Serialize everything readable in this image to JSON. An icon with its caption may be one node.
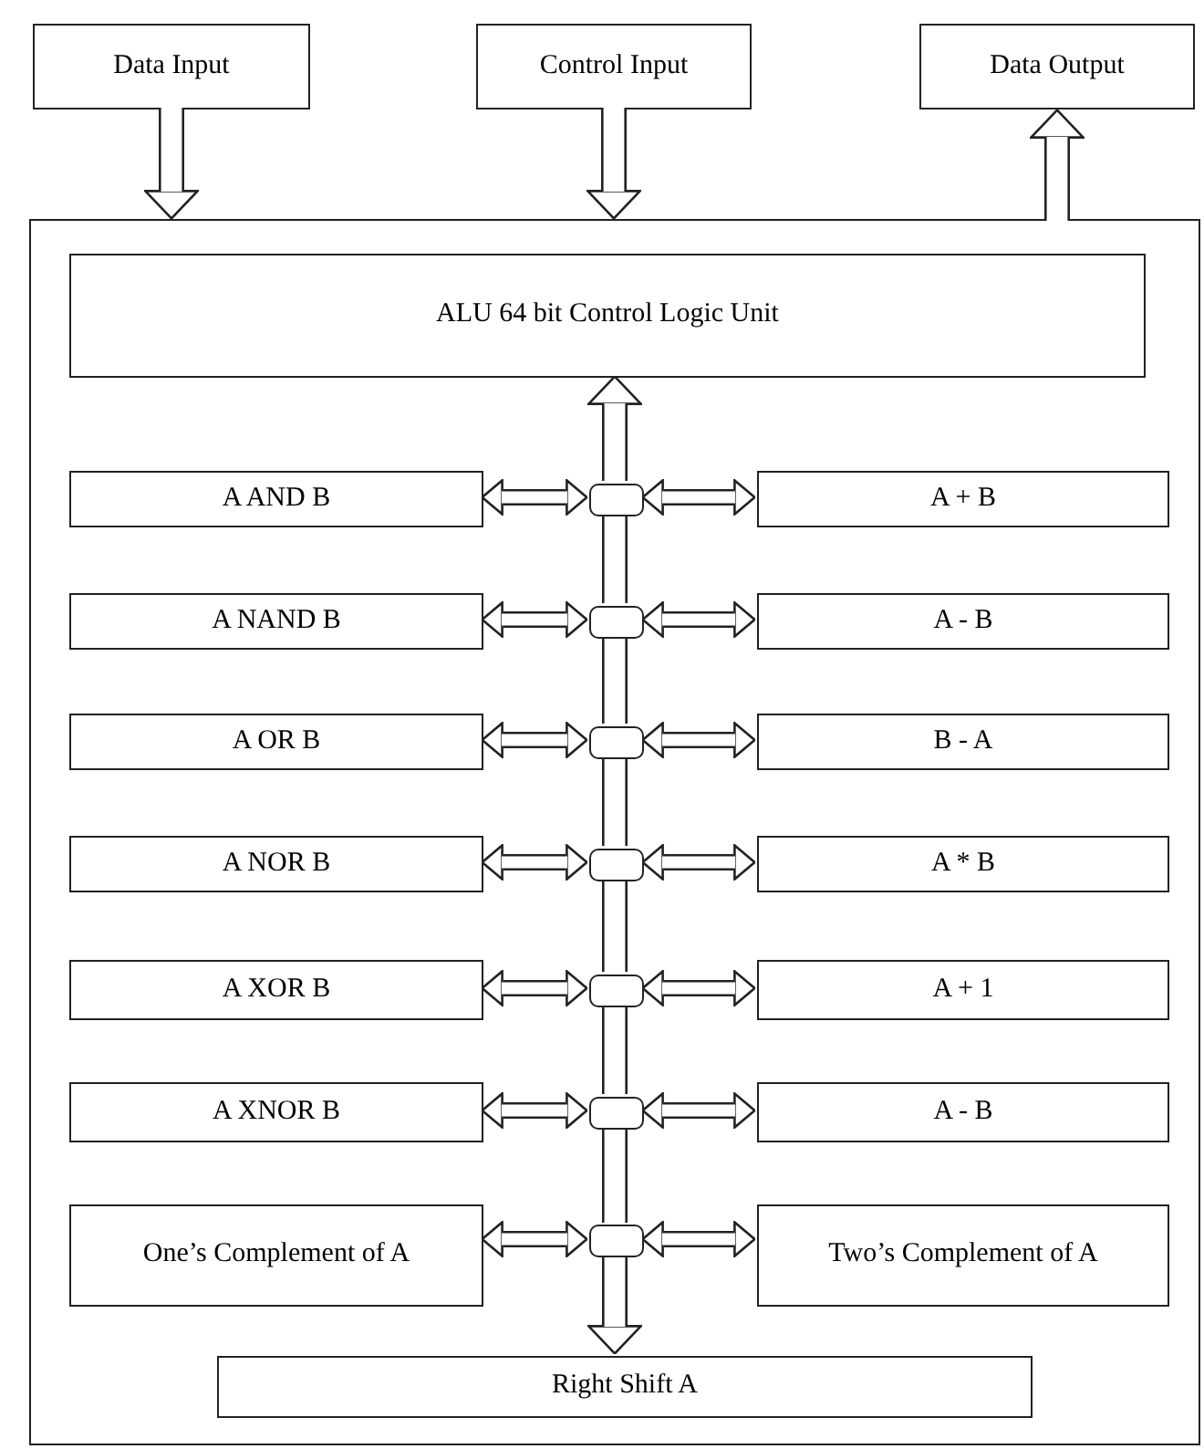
{
  "diagram": {
    "nodes": [
      {
        "text": [
          "Data Input"
        ]
      },
      {
        "text": [
          "Control Input"
        ]
      },
      {
        "text": [
          "Data Output"
        ]
      },
      {
        "text": [],
        "shape": "box"
      },
      {
        "text": [
          "ALU 64 bit Control Logic Unit"
        ],
        "in": 3
      },
      {
        "text": [
          "A AND B"
        ],
        "in": 3
      },
      {
        "text": [],
        "shape": "box",
        "in": 3
      },
      {
        "text": [
          "A + B"
        ],
        "in": 3
      },
      {
        "text": [
          "A NAND B"
        ],
        "in": 3
      },
      {
        "text": [],
        "shape": "box",
        "in": 3
      },
      {
        "text": [
          "A - B"
        ],
        "in": 3
      },
      {
        "text": [
          "A OR B"
        ],
        "in": 3
      },
      {
        "text": [],
        "shape": "box",
        "in": 3
      },
      {
        "text": [
          "B - A"
        ],
        "in": 3
      },
      {
        "text": [
          "A NOR B"
        ],
        "in": 3
      },
      {
        "text": [],
        "shape": "box",
        "in": 3
      },
      {
        "text": [
          "A * B"
        ],
        "in": 3
      },
      {
        "text": [
          "A XOR B"
        ],
        "in": 3
      },
      {
        "text": [],
        "shape": "box",
        "in": 3
      },
      {
        "text": [
          "A + 1"
        ],
        "in": 3
      },
      {
        "text": [
          "A XNOR B"
        ],
        "in": 3
      },
      {
        "text": [],
        "shape": "box",
        "in": 3
      },
      {
        "text": [
          "A - B"
        ],
        "in": 3
      },
      {
        "text": [
          "One’s Complement of A"
        ],
        "in": 3
      },
      {
        "text": [],
        "shape": "box",
        "in": 3
      },
      {
        "text": [
          "Two’s Complement of A"
        ],
        "in": 3
      },
      {
        "text": [
          "Right Shift A"
        ],
        "in": 3
      }
    ],
    "edges": [
      {
        "from": 0,
        "to": 3,
        "arrow": "to"
      },
      {
        "from": 1,
        "to": 3,
        "arrow": "to"
      },
      {
        "from": 3,
        "to": 2,
        "arrow": "to"
      },
      {
        "from": 6,
        "to": 4,
        "arrow": "to"
      },
      {
        "from": 6,
        "to": 9,
        "arrow": "none"
      },
      {
        "from": 9,
        "to": 12,
        "arrow": "none"
      },
      {
        "from": 12,
        "to": 15,
        "arrow": "none"
      },
      {
        "from": 15,
        "to": 18,
        "arrow": "none"
      },
      {
        "from": 18,
        "to": 21,
        "arrow": "none"
      },
      {
        "from": 21,
        "to": 24,
        "arrow": "none"
      },
      {
        "from": 24,
        "to": 26,
        "arrow": "to"
      },
      {
        "from": 6,
        "to": 5,
        "arrow": "both"
      },
      {
        "from": 6,
        "to": 7,
        "arrow": "both"
      },
      {
        "from": 9,
        "to": 8,
        "arrow": "both"
      },
      {
        "from": 9,
        "to": 10,
        "arrow": "both"
      },
      {
        "from": 12,
        "to": 11,
        "arrow": "both"
      },
      {
        "from": 12,
        "to": 13,
        "arrow": "both"
      },
      {
        "from": 15,
        "to": 14,
        "arrow": "both"
      },
      {
        "from": 15,
        "to": 16,
        "arrow": "both"
      },
      {
        "from": 18,
        "to": 17,
        "arrow": "both"
      },
      {
        "from": 18,
        "to": 19,
        "arrow": "both"
      },
      {
        "from": 21,
        "to": 20,
        "arrow": "both"
      },
      {
        "from": 21,
        "to": 22,
        "arrow": "both"
      },
      {
        "from": 24,
        "to": 23,
        "arrow": "both"
      },
      {
        "from": 24,
        "to": 25,
        "arrow": "both"
      }
    ]
  }
}
